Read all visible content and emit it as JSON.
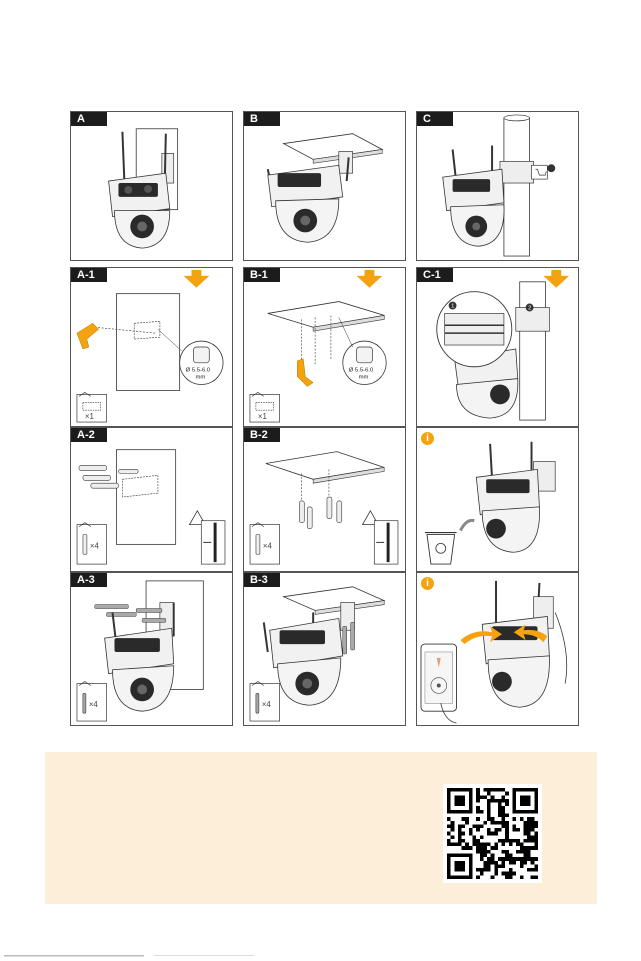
{
  "steps": {
    "A": {
      "label": "A"
    },
    "B": {
      "label": "B"
    },
    "C": {
      "label": "C"
    },
    "A1": {
      "label": "A-1",
      "drill_size": "Ø 5.5-6.0",
      "unit": "mm",
      "qty": "×1"
    },
    "B1": {
      "label": "B-1",
      "drill_size": "Ø 5.5-6.0",
      "unit": "mm",
      "qty": "×1"
    },
    "C1": {
      "label": "C-1",
      "marker1": "1",
      "marker2": "2"
    },
    "A2": {
      "label": "A-2",
      "qty": "×4"
    },
    "B2": {
      "label": "B-2",
      "qty": "×4"
    },
    "A3": {
      "label": "A-3",
      "qty": "×4"
    },
    "B3": {
      "label": "B-3",
      "qty": "×4"
    }
  },
  "info_panels": [
    {
      "icon": "info-icon",
      "glyph": "i"
    },
    {
      "icon": "info-icon",
      "glyph": "i"
    }
  ],
  "colors": {
    "accent": "#f4a30f",
    "label_bg": "#1c1c1c",
    "banner_bg": "#fdeed9"
  }
}
